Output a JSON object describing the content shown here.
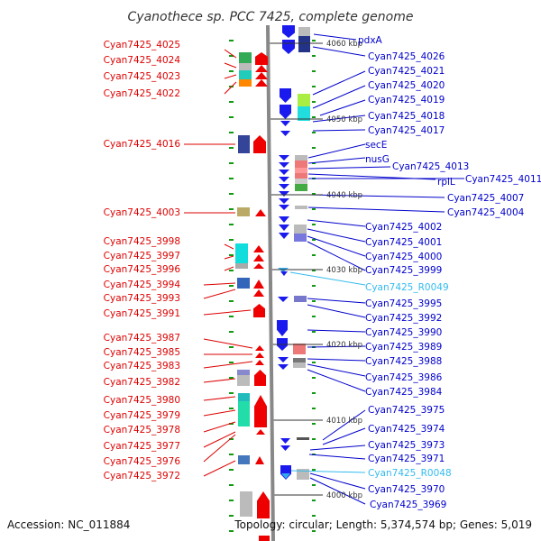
{
  "title": "Cyanothece sp. PCC 7425, complete genome",
  "footer": {
    "accession": "Accession: NC_011884",
    "topology": "Topology: circular; Length: 5,374,574 bp; Genes: 5,019"
  },
  "colors": {
    "left_label": "#dd0000",
    "right_label": "#0000cc",
    "rna_label": "#33bbee",
    "forward_strand": "#ee0000",
    "reverse_strand": "#1a1aee",
    "axis": "#888888",
    "tick": "#119911"
  },
  "coordinates": [
    {
      "label": "4060 kbp"
    },
    {
      "label": "4050 kbp"
    },
    {
      "label": "4040 kbp"
    },
    {
      "label": "4030 kbp"
    },
    {
      "label": "4020 kbp"
    },
    {
      "label": "4010 kbp"
    },
    {
      "label": "4000 kbp"
    }
  ],
  "left_genes": [
    {
      "label": "Cyan7425_4025"
    },
    {
      "label": "Cyan7425_4024"
    },
    {
      "label": "Cyan7425_4023"
    },
    {
      "label": "Cyan7425_4022"
    },
    {
      "label": "Cyan7425_4016"
    },
    {
      "label": "Cyan7425_4003"
    },
    {
      "label": "Cyan7425_3998"
    },
    {
      "label": "Cyan7425_3997"
    },
    {
      "label": "Cyan7425_3996"
    },
    {
      "label": "Cyan7425_3994"
    },
    {
      "label": "Cyan7425_3993"
    },
    {
      "label": "Cyan7425_3991"
    },
    {
      "label": "Cyan7425_3987"
    },
    {
      "label": "Cyan7425_3985"
    },
    {
      "label": "Cyan7425_3983"
    },
    {
      "label": "Cyan7425_3982"
    },
    {
      "label": "Cyan7425_3980"
    },
    {
      "label": "Cyan7425_3979"
    },
    {
      "label": "Cyan7425_3978"
    },
    {
      "label": "Cyan7425_3977"
    },
    {
      "label": "Cyan7425_3976"
    },
    {
      "label": "Cyan7425_3972"
    }
  ],
  "right_genes": [
    {
      "label": "pdxA",
      "rna": false
    },
    {
      "label": "Cyan7425_4026",
      "rna": false
    },
    {
      "label": "Cyan7425_4021",
      "rna": false
    },
    {
      "label": "Cyan7425_4020",
      "rna": false
    },
    {
      "label": "Cyan7425_4019",
      "rna": false
    },
    {
      "label": "Cyan7425_4018",
      "rna": false
    },
    {
      "label": "Cyan7425_4017",
      "rna": false
    },
    {
      "label": "secE",
      "rna": false
    },
    {
      "label": "nusG",
      "rna": false
    },
    {
      "label": "Cyan7425_4013",
      "rna": false
    },
    {
      "label": "rplL",
      "rna": false
    },
    {
      "label": "Cyan7425_4011",
      "rna": false
    },
    {
      "label": "Cyan7425_4007",
      "rna": false
    },
    {
      "label": "Cyan7425_4004",
      "rna": false
    },
    {
      "label": "Cyan7425_4002",
      "rna": false
    },
    {
      "label": "Cyan7425_4001",
      "rna": false
    },
    {
      "label": "Cyan7425_4000",
      "rna": false
    },
    {
      "label": "Cyan7425_3999",
      "rna": false
    },
    {
      "label": "Cyan7425_R0049",
      "rna": true
    },
    {
      "label": "Cyan7425_3995",
      "rna": false
    },
    {
      "label": "Cyan7425_3992",
      "rna": false
    },
    {
      "label": "Cyan7425_3990",
      "rna": false
    },
    {
      "label": "Cyan7425_3989",
      "rna": false
    },
    {
      "label": "Cyan7425_3988",
      "rna": false
    },
    {
      "label": "Cyan7425_3986",
      "rna": false
    },
    {
      "label": "Cyan7425_3984",
      "rna": false
    },
    {
      "label": "Cyan7425_3975",
      "rna": false
    },
    {
      "label": "Cyan7425_3974",
      "rna": false
    },
    {
      "label": "Cyan7425_3973",
      "rna": false
    },
    {
      "label": "Cyan7425_3971",
      "rna": false
    },
    {
      "label": "Cyan7425_R0048",
      "rna": true
    },
    {
      "label": "Cyan7425_3970",
      "rna": false
    },
    {
      "label": "Cyan7425_3969",
      "rna": false
    }
  ]
}
